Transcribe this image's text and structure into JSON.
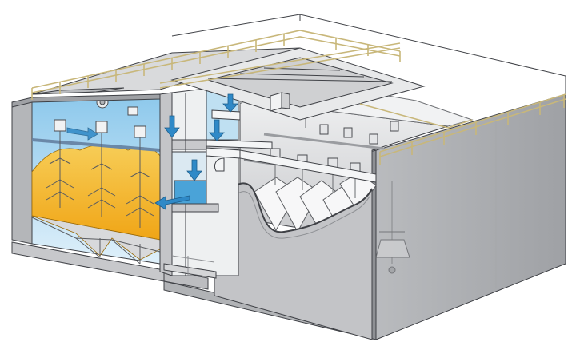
{
  "image": {
    "subject": "cutaway-water-treatment-tank",
    "labels": []
  },
  "colors": {
    "background": "#ffffff",
    "concrete_top": "#cfd0d2",
    "concrete_front": "#bdbec1",
    "concrete_side": "#a9abaf",
    "interior_wall": "#e1e2e4",
    "water": "#4aa3d8",
    "water_light": "#bfe0f2",
    "sludge": "#f2ad1c",
    "sludge_light": "#f7cd57",
    "railing": "#c8b77a",
    "pipe": "#e6e7e8",
    "steel": "#c9cbcf",
    "outline": "#3f4146",
    "arrow": "#2f89c7"
  },
  "flow_arrows": {
    "count": 6
  },
  "mixers": {
    "left_basin_count": 4,
    "right_basin_count": 6
  }
}
